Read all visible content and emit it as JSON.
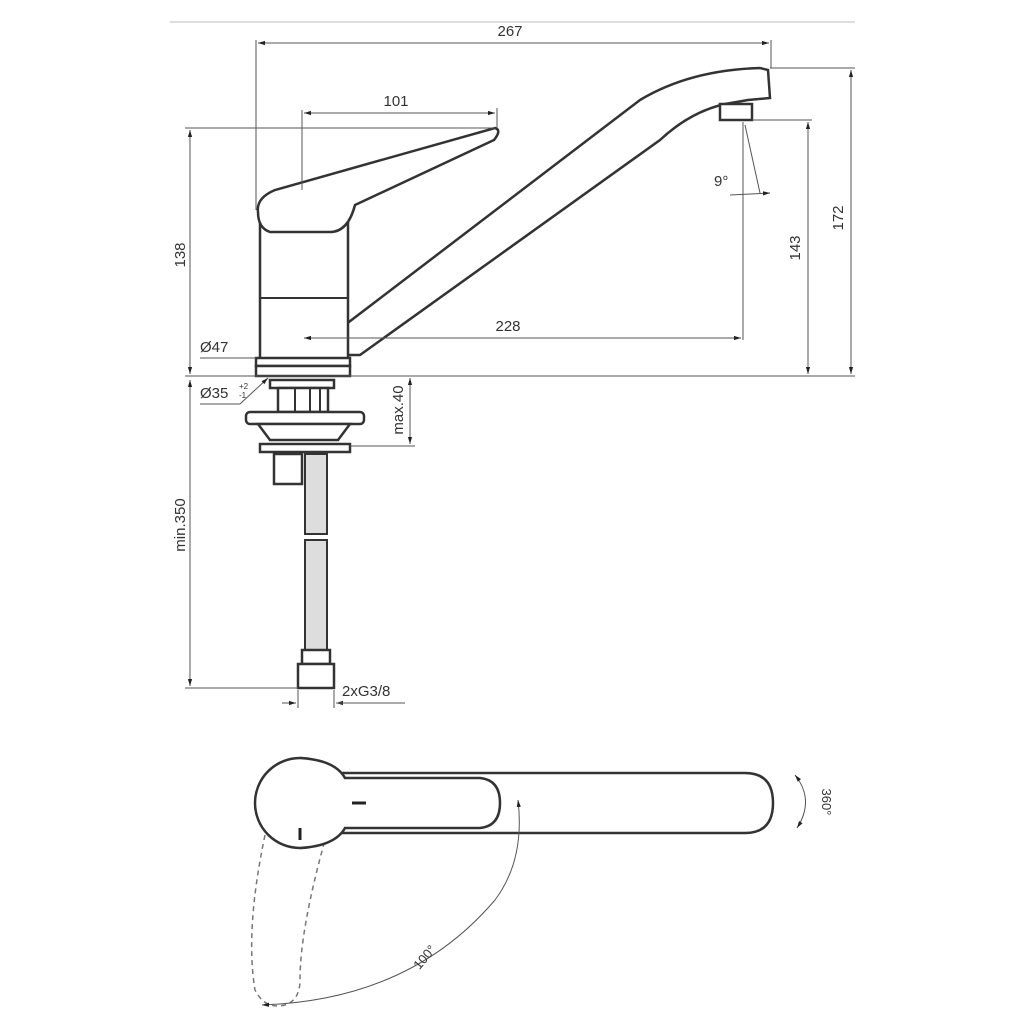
{
  "dimensions": {
    "overall_length": "267",
    "lever_length": "101",
    "spout_reach": "228",
    "lever_height": "138",
    "outlet_height": "143",
    "total_height": "172",
    "spout_angle": "9°",
    "base_diameter": "Ø47",
    "hole_diameter": "Ø35",
    "hole_tol_plus": "+2",
    "hole_tol_minus": "-1",
    "deck_thickness": "max.40",
    "hose_length": "min.350",
    "connection": "2xG3/8",
    "lever_rotation": "100°",
    "spout_rotation": "360°"
  }
}
